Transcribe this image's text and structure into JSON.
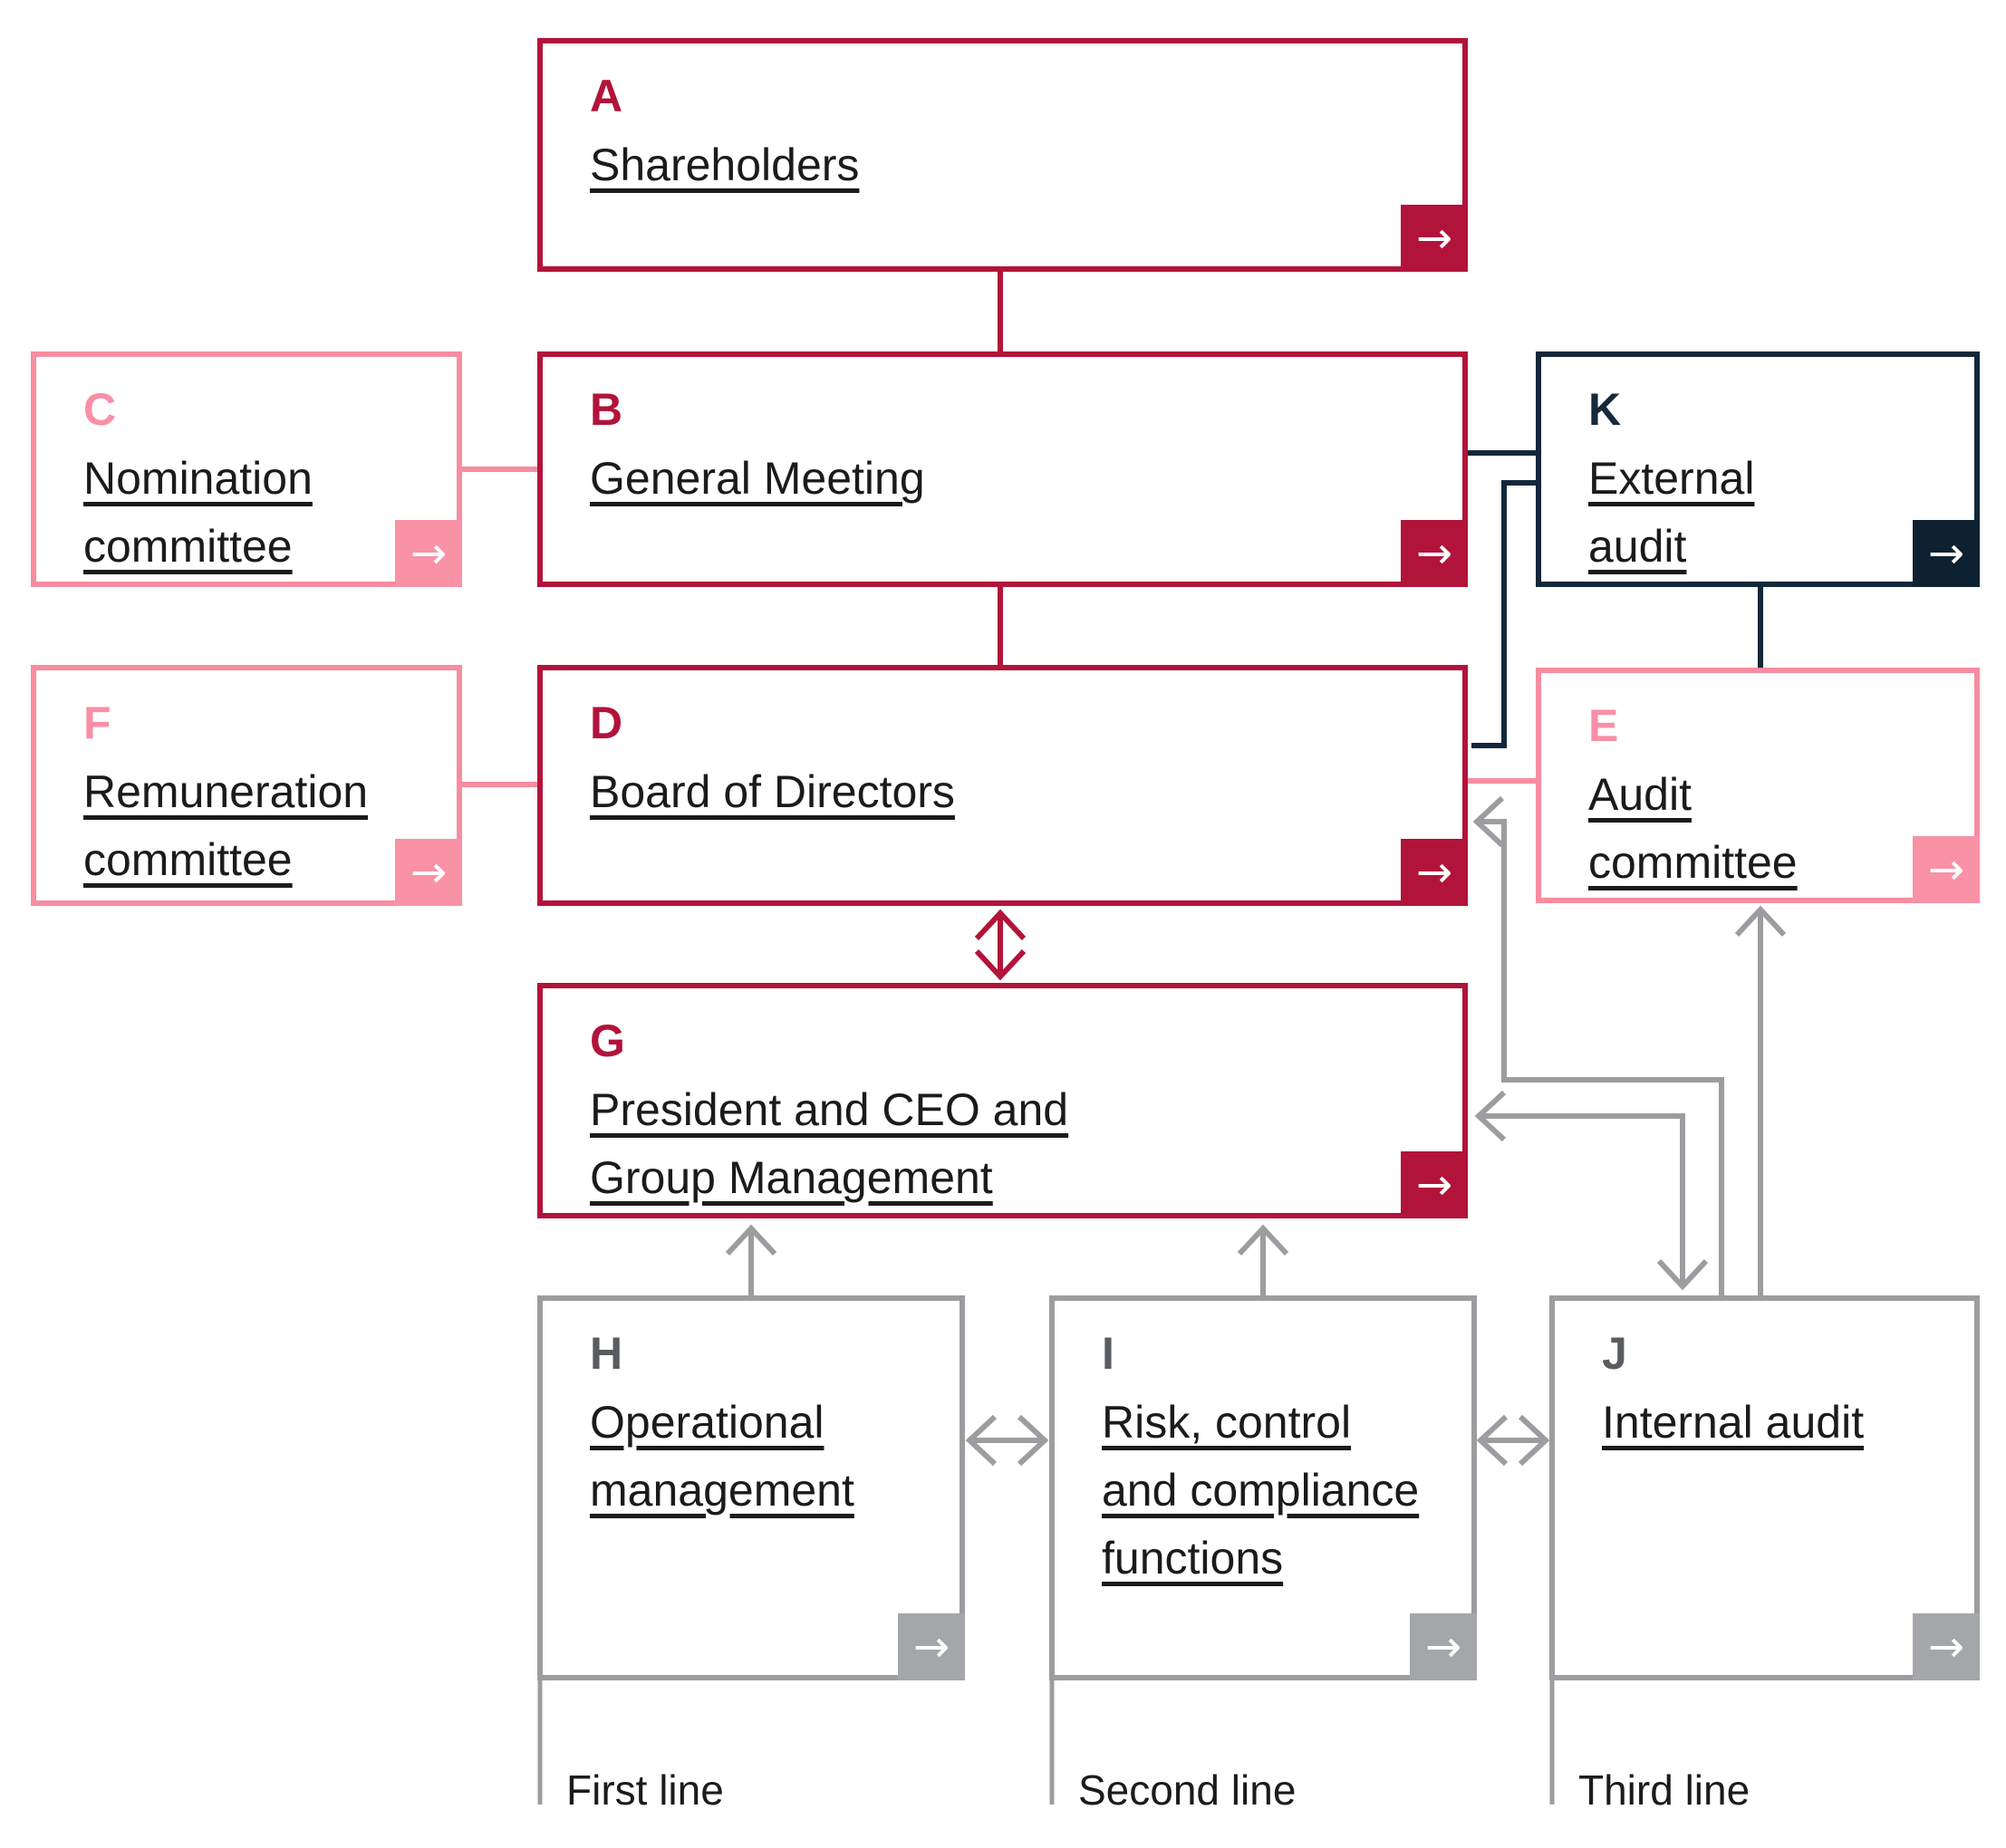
{
  "palette": {
    "crimson": "#b2133a",
    "pink_border": "#f88ca0",
    "pink_fill": "#f992a6",
    "navy": "#12283a",
    "navy_fill": "#0e2130",
    "gray_line": "#9c9da0",
    "gray_fill": "#a5a6a9",
    "text": "#1b1b1b",
    "background": "#ffffff"
  },
  "icons": {
    "arrow": "→"
  },
  "boxes": {
    "a": {
      "letter": "A",
      "label": "Shareholders",
      "color": "crimson"
    },
    "b": {
      "letter": "B",
      "label": "General Meeting",
      "color": "crimson"
    },
    "c": {
      "letter": "C",
      "label": "Nomination\ncommittee",
      "color": "pink"
    },
    "d": {
      "letter": "D",
      "label": "Board of Directors",
      "color": "crimson"
    },
    "e": {
      "letter": "E",
      "label": "Audit\ncommittee",
      "color": "pink"
    },
    "f": {
      "letter": "F",
      "label": "Remuneration\ncommittee",
      "color": "pink"
    },
    "g": {
      "letter": "G",
      "label": "President and CEO and\nGroup Management",
      "color": "crimson"
    },
    "h": {
      "letter": "H",
      "label": "Operational\nmanagement",
      "color": "gray"
    },
    "i": {
      "letter": "I",
      "label": "Risk, control\nand compliance\nfunctions",
      "color": "gray"
    },
    "j": {
      "letter": "J",
      "label": "Internal audit",
      "color": "gray"
    },
    "k": {
      "letter": "K",
      "label": "External\naudit",
      "color": "navy"
    }
  },
  "footnotes": {
    "first": "First line",
    "second": "Second line",
    "third": "Third line"
  }
}
